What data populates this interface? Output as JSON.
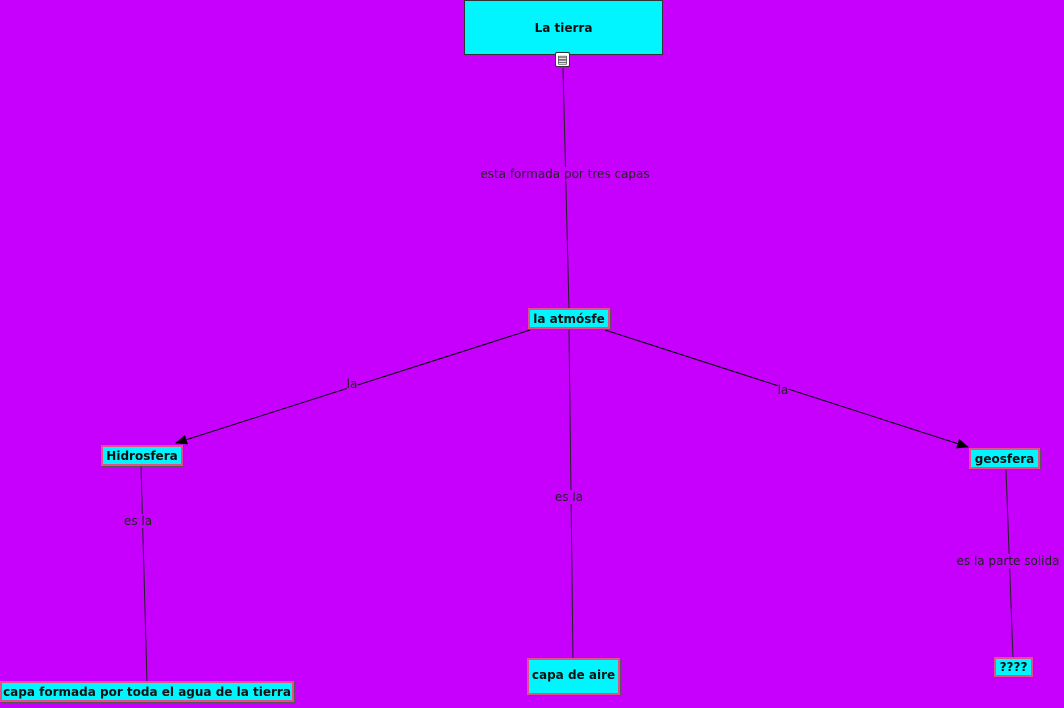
{
  "concept_map": {
    "nodes": {
      "root": "La tierra",
      "atmosfera": "la atmósfe",
      "hidrosfera": "Hidrosfera",
      "geosfera": "geosfera",
      "capa_agua": "capa formada por toda el agua de la tierra",
      "capa_aire": "capa de aire",
      "desconocido": "????"
    },
    "links": {
      "root_atmosfera": "esta formada por tres capas",
      "atmosfera_hidrosfera": "la",
      "atmosfera_geosfera": "la",
      "atmosfera_aire": "es la",
      "hidrosfera_agua": "es la",
      "geosfera_solida": "es la parte solida"
    },
    "icons": {
      "resource_icon": "document-icon"
    },
    "colors": {
      "background": "#c600fc",
      "node_fill": "#00f5ff",
      "node_border": "#e84d8a",
      "line": "#222222"
    }
  }
}
